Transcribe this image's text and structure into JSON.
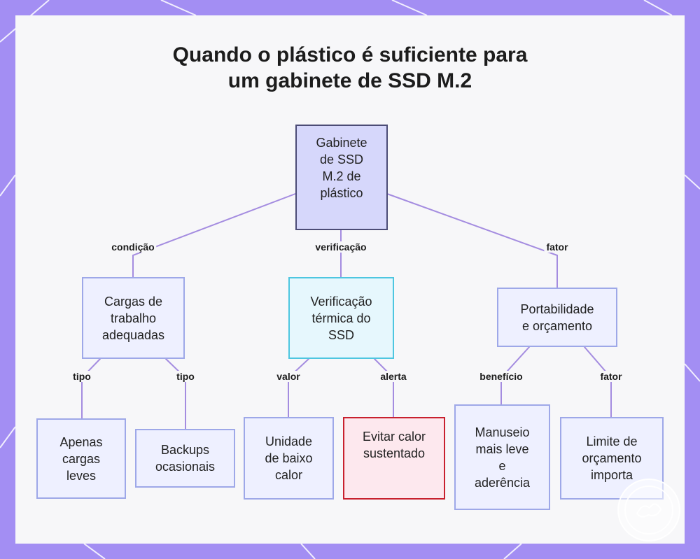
{
  "title": "Quando o plástico é suficiente para\num gabinete de SSD M.2",
  "colors": {
    "frame": "#a38ef3",
    "card": "#f7f7f9",
    "connector": "#a48ce0",
    "root_fill": "#d6d7fb",
    "node_fill": "#eef0ff",
    "cyan_border": "#4ec6e0",
    "alert_border": "#c8202e"
  },
  "nodes": {
    "root": "Gabinete\nde SSD\nM.2 de\nplástico",
    "workloads": "Cargas de\ntrabalho\nadequadas",
    "thermal": "Verificação\ntérmica do\nSSD",
    "portability": "Portabilidade\ne orçamento",
    "light_loads": "Apenas\ncargas\nleves",
    "backups": "Backups\nocasionais",
    "low_heat": "Unidade\nde baixo\ncalor",
    "avoid_heat": "Evitar calor\nsustentado",
    "handling": "Manuseio\nmais leve\ne\naderência",
    "budget_limit": "Limite de\norçamento\nimporta"
  },
  "edges": {
    "root_workloads": "condição",
    "root_thermal": "verificação",
    "root_portability": "fator",
    "workloads_light": "tipo",
    "workloads_backups": "tipo",
    "thermal_low": "valor",
    "thermal_avoid": "alerta",
    "portability_handling": "benefício",
    "portability_budget": "fator"
  },
  "icons": {
    "corner_badge": "badge-logo-icon"
  }
}
